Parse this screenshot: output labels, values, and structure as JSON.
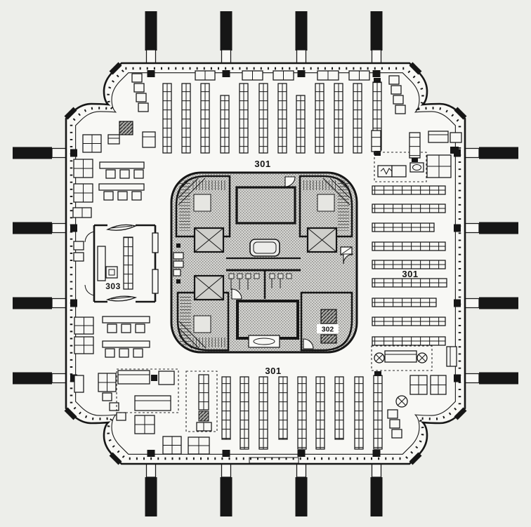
{
  "plan": {
    "labels": {
      "hall_north": "301",
      "hall_east": "301",
      "hall_south": "301",
      "core_room": "302",
      "west_room": "303"
    },
    "colors": {
      "background": "#edeeea",
      "floor": "#f8f8f5",
      "ink": "#161616",
      "core_screen": "#d4d4d1"
    }
  }
}
